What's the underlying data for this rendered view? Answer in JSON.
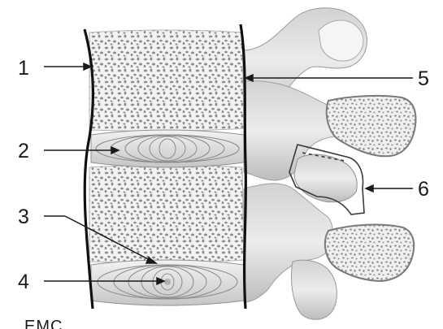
{
  "diagram": {
    "labels": [
      {
        "id": "1",
        "text": "1"
      },
      {
        "id": "2",
        "text": "2"
      },
      {
        "id": "3",
        "text": "3"
      },
      {
        "id": "4",
        "text": "4"
      },
      {
        "id": "5",
        "text": "5"
      },
      {
        "id": "6",
        "text": "6"
      }
    ],
    "credit": "EMC"
  },
  "colors": {
    "background": "#ffffff",
    "bone_fill": "#eeeeee",
    "bone_shadow": "#b9b9b9",
    "spongy_pores": "#8c8c8c",
    "disc_fill": "#dedede",
    "disc_rings": "#8a8a8a",
    "ligament": "#111111",
    "label_text": "#1a1a1a"
  }
}
